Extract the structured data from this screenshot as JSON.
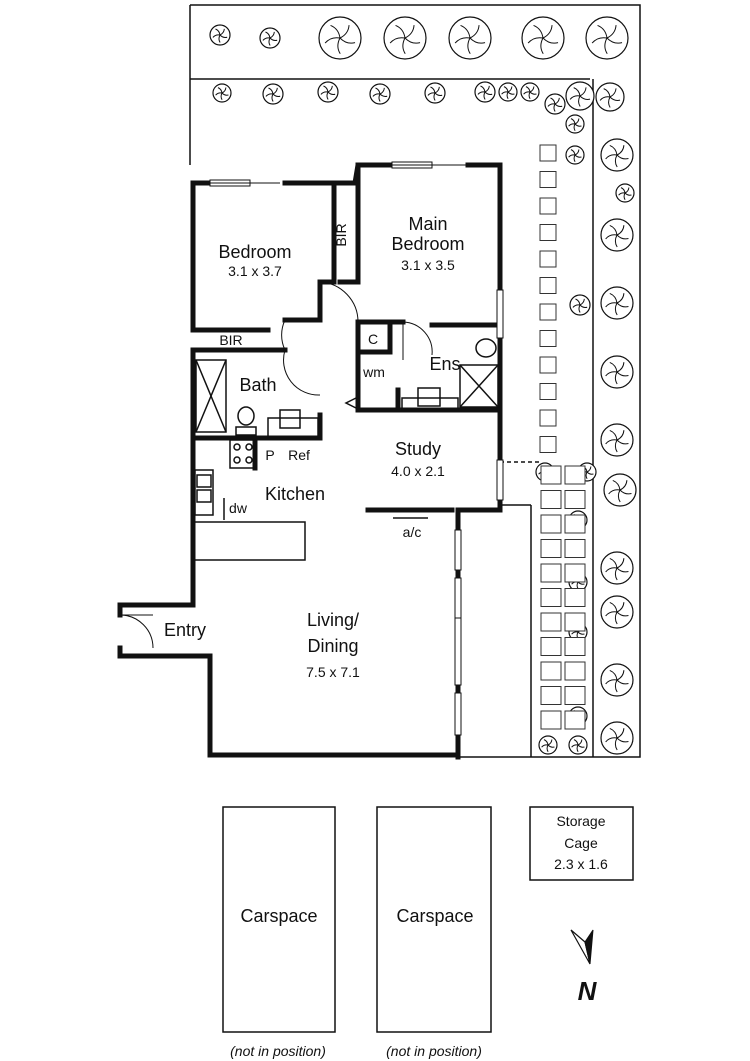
{
  "rooms": {
    "bedroom": {
      "name": "Bedroom",
      "dims": "3.1 x 3.7"
    },
    "main_bedroom": {
      "name_line1": "Main",
      "name_line2": "Bedroom",
      "dims": "3.1 x 3.5"
    },
    "bath": {
      "name": "Bath"
    },
    "ens": {
      "name": "Ens"
    },
    "study": {
      "name": "Study",
      "dims": "4.0 x 2.1"
    },
    "kitchen": {
      "name": "Kitchen"
    },
    "living": {
      "name_line1": "Living/",
      "name_line2": "Dining",
      "dims": "7.5 x 7.1"
    },
    "entry": {
      "name": "Entry"
    }
  },
  "fixtures": {
    "bir_main": "BIR",
    "bir_bedroom": "BIR",
    "linen": "C",
    "wm": "wm",
    "pantry": "P",
    "ref": "Ref",
    "dw": "dw",
    "ac": "a/c"
  },
  "outbuildings": {
    "storage": {
      "line1": "Storage",
      "line2": "Cage",
      "dims": "2.3 x 1.6"
    },
    "carspaces": [
      {
        "label": "Carspace",
        "note": "(not in position)"
      },
      {
        "label": "Carspace",
        "note": "(not in position)"
      }
    ]
  },
  "compass": {
    "label": "N"
  }
}
